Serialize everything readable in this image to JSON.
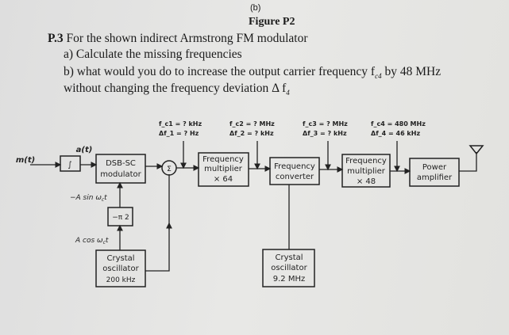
{
  "header": {
    "subfigure": "(b)",
    "figure_title": "Figure P2"
  },
  "question": {
    "number": "P.3",
    "intro": "For the shown indirect Armstrong  FM modulator",
    "part_a": "a) Calculate the missing frequencies",
    "part_b": "b) what would you do to increase the output carrier frequency f",
    "part_b_sub": "c4",
    "part_b_end": " by 48 MHz",
    "part_b2": "without changing the frequency deviation Δ f",
    "part_b2_sub": "4"
  },
  "diagram": {
    "input": "m(t)",
    "integrator": "∫",
    "integrator_out": "a(t)",
    "dsb": [
      "DSB-SC",
      "modulator"
    ],
    "sum": "Σ",
    "sin_label": "−A sin ω",
    "sin_sub": "c",
    "sin_t": "t",
    "phase": "−π 2",
    "cos_label": "A cos ω",
    "cos_sub": "c",
    "cos_t": "t",
    "osc1": [
      "Crystal",
      "oscillator",
      "200 kHz"
    ],
    "mult1": [
      "Frequency",
      "multiplier",
      "× 64"
    ],
    "converter": [
      "Frequency",
      "converter"
    ],
    "osc2": [
      "Crystal",
      "oscillator",
      "9.2 MHz"
    ],
    "mult2": [
      "Frequency",
      "multiplier",
      "× 48"
    ],
    "amp": [
      "Power",
      "amplifier"
    ],
    "labels": {
      "fc1": "f_c1 = ? kHz",
      "df1": "Δf_1 = ? Hz",
      "fc2": "f_c2 = ? MHz",
      "df2": "Δf_2 = ? kHz",
      "fc3": "f_c3 = ? MHz",
      "df3": "Δf_3 = ? kHz",
      "fc4": "f_c4 = 480 MHz",
      "df4": "Δf_4 = 46 kHz"
    }
  }
}
